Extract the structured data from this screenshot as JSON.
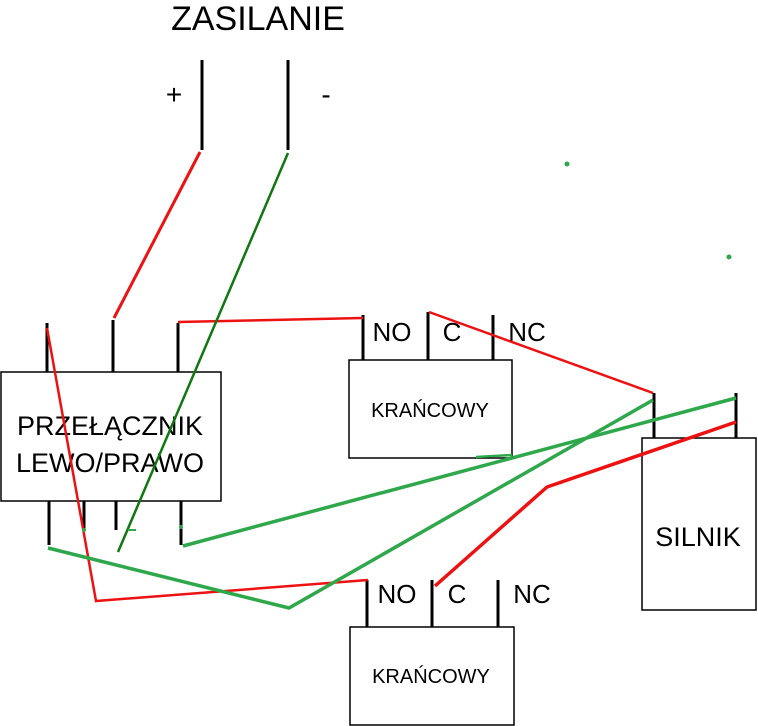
{
  "power": {
    "title": "ZASILANIE",
    "plus": "+",
    "minus": "-"
  },
  "switch": {
    "line1": "PRZEŁĄCZNIK",
    "line2": "LEWO/PRAWO"
  },
  "limit_top": {
    "no": "NO",
    "c": "C",
    "nc": "NC",
    "label": "KRAŃCOWY"
  },
  "limit_bottom": {
    "no": "NO",
    "c": "C",
    "nc": "NC",
    "label": "KRAŃCOWY"
  },
  "motor": {
    "label": "SILNIK"
  },
  "colors": {
    "red_wire": "#ee1111",
    "green_wire": "#2ea84a",
    "dark_green_wire": "#117711",
    "lead": "#000000"
  }
}
